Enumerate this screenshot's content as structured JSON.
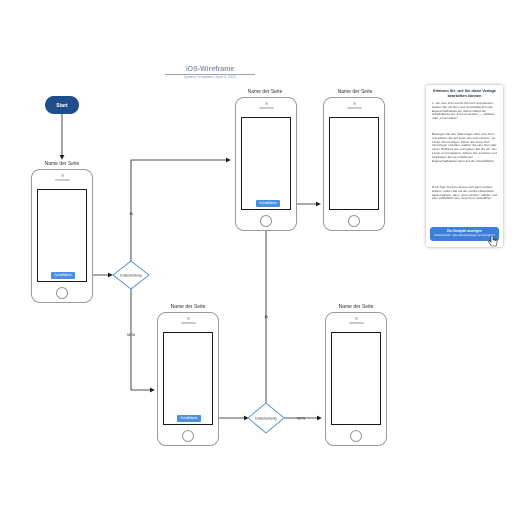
{
  "header": {
    "title": "iOS-Wireframe",
    "subtitle": "System Templates  |  April 9, 2020"
  },
  "start_label": "Start",
  "page_label": "Name der Seite",
  "button_label": "Schaltfläche",
  "decision_label": "Entscheidung",
  "yes_label": "JA",
  "no_label": "NEIN",
  "colors": {
    "start_fill": "#1f4e8c",
    "button_fill": "#4a8fe0",
    "diamond_stroke": "#4a8fe0",
    "connector": "#1a1a1a"
  },
  "panel": {
    "title": "Erfahren Sie, wie Sie diese Vorlage bearbeiten können",
    "text1": "1.   Um eine Formsuche Wunsch anzupassen, ändern Sie mit dem und Anschließend in die Eigenschaftsleiste am oberen Rand der Arbeitsfläche auf „Formen ändern“ – „Füllwert“ oder „Linienstärke“.",
    "text2": "Bewegen Sie den Mauszeiger über eine Form und klicken Sie auf einen der roten Kreise, um Linien hinzuzufügen. Wenn Sie einen Text hinzufügen möchten, wählen Sie den Text oder einen Textblock aus und geben Sie ihn ein. Um Linien zu formatieren, klicken Sie auf diese und bearbeiten Sie sie mithilfe der Eigenschaftsleiste oben auf der Arbeitsfläche.",
    "text3": "Profi-Tipp: Formen lassen sich ganz einfach ändern, indem Sie mit der rechten Maustaste darauf klicken, dann „Form ändern“ wählen und eine schließlich eine neue Form auswählen.",
    "button_line1": "Ein Beispiel anzeigen",
    "button_line2": "Arbeitsbereich - Eine Beispielvorlage mit verknüpften"
  }
}
